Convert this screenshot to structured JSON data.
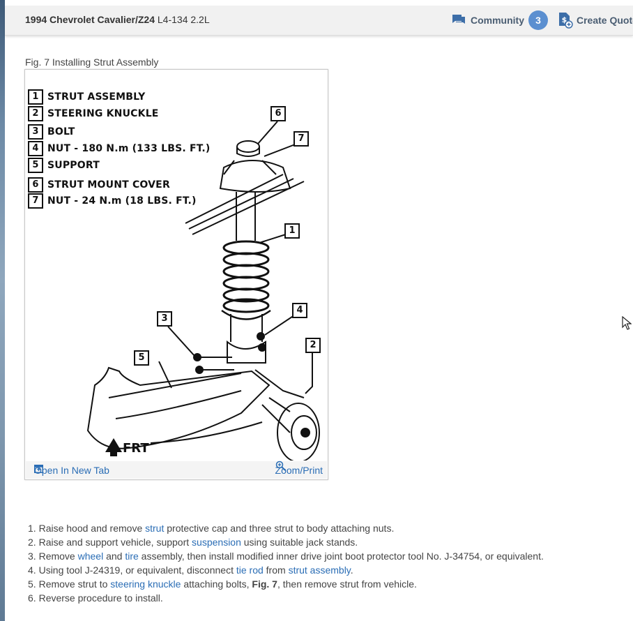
{
  "header": {
    "vehicle_name": "1994 Chevrolet Cavalier/Z24",
    "engine": "L4-134 2.2L",
    "community_label": "Community",
    "community_count": "3",
    "create_quote_label": "Create Quote"
  },
  "figure": {
    "caption": "Fig. 7 Installing Strut Assembly",
    "legend": [
      {
        "num": "1",
        "label": "STRUT ASSEMBLY"
      },
      {
        "num": "2",
        "label": "STEERING KNUCKLE"
      },
      {
        "num": "3",
        "label": "BOLT"
      },
      {
        "num": "4",
        "label": "NUT - 180 N.m (133 LBS. FT.)"
      },
      {
        "num": "5",
        "label": "SUPPORT"
      },
      {
        "num": "6",
        "label": "STRUT MOUNT COVER"
      },
      {
        "num": "7",
        "label": "NUT - 24 N.m (18 LBS. FT.)"
      }
    ],
    "callouts": {
      "c1": "1",
      "c2": "2",
      "c3": "3",
      "c4": "4",
      "c5": "5",
      "c6": "6",
      "c7": "7"
    },
    "direction_label": "FRT",
    "open_tab_label": "Open In New Tab",
    "zoom_label": "Zoom/Print"
  },
  "steps": [
    {
      "num": "1.",
      "a": "Raise hood and remove ",
      "link1": "strut",
      "b": " protective cap and three strut to body attaching nuts."
    },
    {
      "num": "2.",
      "a": "Raise and support vehicle, support ",
      "link1": "suspension",
      "b": " using suitable jack stands."
    },
    {
      "num": "3.",
      "a": "Remove ",
      "link1": "wheel",
      "b": " and ",
      "link2": "tire",
      "c": " assembly, then install modified inner drive joint boot protector tool No. J-34754, or equivalent."
    },
    {
      "num": "4.",
      "a": "Using tool J-24319, or equivalent, disconnect ",
      "link1": "tie rod",
      "b": " from ",
      "link2": "strut assembly",
      "c": "."
    },
    {
      "num": "5.",
      "a": "Remove strut to ",
      "link1": "steering knuckle",
      "b": " attaching bolts, ",
      "bold": "Fig. 7",
      "c": ", then remove strut from vehicle."
    },
    {
      "num": "6.",
      "a": "Reverse procedure to install."
    }
  ],
  "colors": {
    "link": "#2a6db5",
    "badge": "#5b8fd0",
    "header_bg": "#f1f1f1"
  }
}
